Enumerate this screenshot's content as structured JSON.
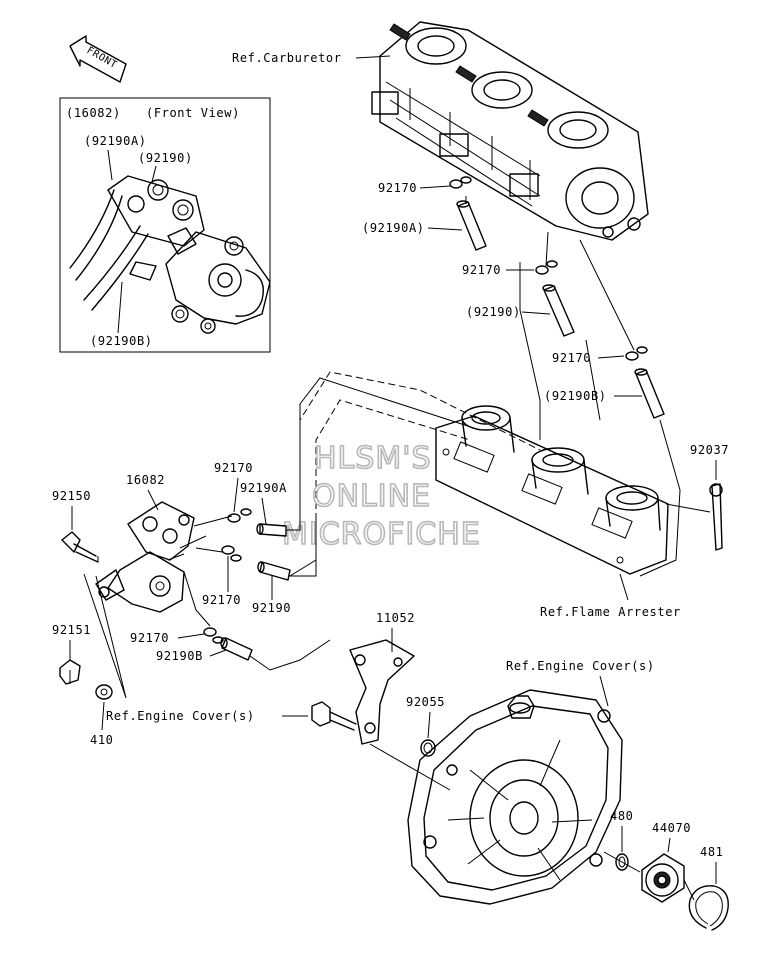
{
  "front_arrow": {
    "label": "FRONT"
  },
  "inset": {
    "title_part": "(16082)",
    "title_view": "(Front View)",
    "label_a": "(92190A)",
    "label_plain": "(92190)",
    "label_b": "(92190B)"
  },
  "watermark": {
    "line1": "HLSM'S",
    "line2": "ONLINE",
    "line3": "MICROFICHE"
  },
  "labels": {
    "ref_carburetor": "Ref.Carburetor",
    "l92170_top": "92170",
    "l92190A_right": "(92190A)",
    "l92170_mid": "92170",
    "l92190_right": "(92190)",
    "l92170_low": "92170",
    "l92190B_right": "(92190B)",
    "l92037": "92037",
    "ref_flame_arrester": "Ref.Flame Arrester",
    "l16082": "16082",
    "l92170_a": "92170",
    "l92190A": "92190A",
    "l92150": "92150",
    "l92170_b": "92170",
    "l92190": "92190",
    "l92151": "92151",
    "l92170_c": "92170",
    "l92190B": "92190B",
    "l11052": "11052",
    "ref_engine_cover_right": "Ref.Engine Cover(s)",
    "ref_engine_cover_left": "Ref.Engine Cover(s)",
    "l410": "410",
    "l92055": "92055",
    "l480": "480",
    "l44070": "44070",
    "l481": "481"
  }
}
